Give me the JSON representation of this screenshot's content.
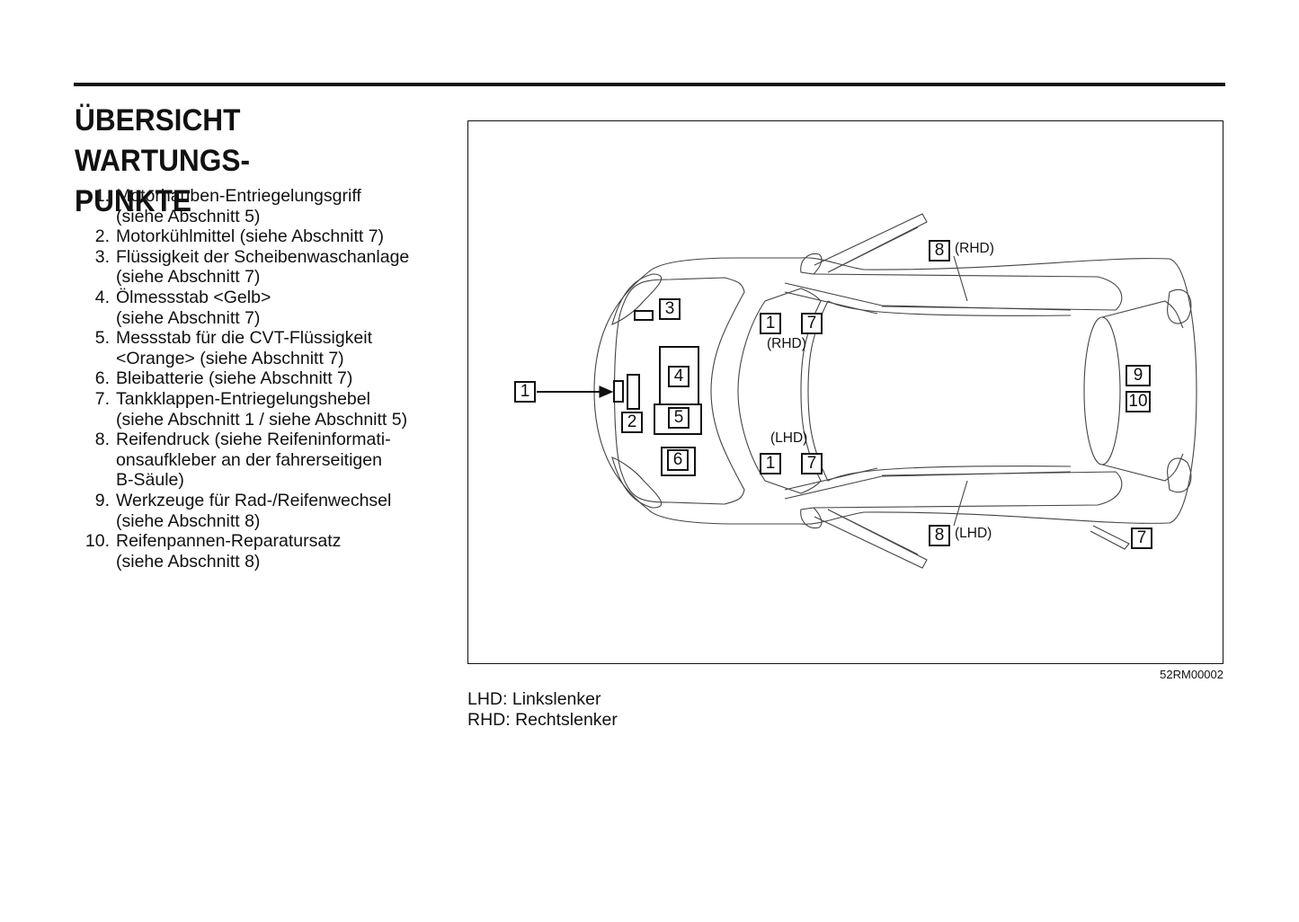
{
  "page": {
    "title_line1": "ÜBERSICHT WARTUNGS-",
    "title_line2": "PUNKTE"
  },
  "items": [
    {
      "num": "1.",
      "lines": [
        "Motorhauben-Entriegelungsgriff",
        "(siehe Abschnitt 5)"
      ]
    },
    {
      "num": "2.",
      "lines": [
        "Motorkühlmittel (siehe Abschnitt 7)"
      ]
    },
    {
      "num": "3.",
      "lines": [
        "Flüssigkeit der Scheibenwaschanlage",
        "(siehe Abschnitt 7)"
      ]
    },
    {
      "num": "4.",
      "lines": [
        "Ölmessstab <Gelb>",
        "(siehe Abschnitt 7)"
      ]
    },
    {
      "num": "5.",
      "lines": [
        "Messstab für die CVT-Flüssigkeit",
        "<Orange> (siehe Abschnitt 7)"
      ]
    },
    {
      "num": "6.",
      "lines": [
        "Bleibatterie (siehe Abschnitt 7)"
      ]
    },
    {
      "num": "7.",
      "lines": [
        "Tankklappen-Entriegelungshebel",
        "(siehe Abschnitt 1 / siehe Abschnitt 5)"
      ]
    },
    {
      "num": "8.",
      "lines": [
        "Reifendruck (siehe Reifeninformati-",
        "onsaufkleber an der fahrerseitigen",
        "B-Säule)"
      ]
    },
    {
      "num": "9.",
      "lines": [
        "Werkzeuge für Rad-/Reifenwechsel",
        "(siehe Abschnitt 8)"
      ]
    },
    {
      "num": "10.",
      "lines": [
        "Reifenpannen-Reparatursatz",
        "(siehe Abschnitt 8)"
      ]
    }
  ],
  "figure": {
    "code": "52RM00002",
    "callouts": {
      "c1_front": "1",
      "c2": "2",
      "c3": "3",
      "c4": "4",
      "c5": "5",
      "c6": "6",
      "c1_rhd": "1",
      "c7_rhd": "7",
      "c1_lhd": "1",
      "c7_lhd": "7",
      "c8_rhd": "8",
      "c8_lhd": "8",
      "c9": "9",
      "c10": "10",
      "c7_rear": "7"
    },
    "notes": {
      "rhd_cabin": "(RHD)",
      "lhd_cabin": "(LHD)",
      "rhd_door": "(RHD)",
      "lhd_door": "(LHD)"
    }
  },
  "legend": {
    "lhd": "LHD: Linkslenker",
    "rhd": "RHD: Rechtslenker"
  }
}
